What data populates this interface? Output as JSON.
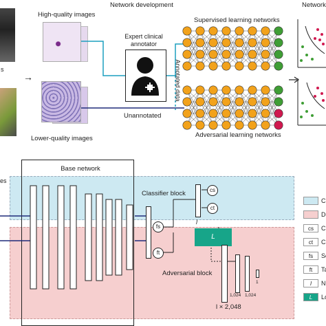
{
  "top": {
    "network_development_heading": "Network development",
    "network_heading_cropped": "Network",
    "high_quality_label": "High-quality images",
    "lower_quality_label": "Lower-quality images",
    "cropped_left_label": "s",
    "annotator_label_line1": "Expert clinical",
    "annotator_label_line2": "annotator",
    "annotated_data_label": "Annotated data",
    "unannotated_label": "Unannotated",
    "supervised_label": "Supervised learning networks",
    "adversarial_label": "Adversarial learning networks"
  },
  "bottom": {
    "base_network_label": "Base network",
    "cropped_left_label": "es",
    "classifier_block_label": "Classifier block",
    "adversarial_block_label": "Adversarial block",
    "node_cs": "cs",
    "node_ct": "ct",
    "node_fs": "fs",
    "node_ft": "ft",
    "loss_label": "L",
    "slash_label": "l",
    "adv_output_label": "l × 2,048",
    "dim_1024_a": "1,024",
    "dim_1024_b": "1,024",
    "dim_1": "1"
  },
  "legend": [
    {
      "swatch": "",
      "text": "Cl",
      "color": "#cde9f2"
    },
    {
      "swatch": "",
      "text": "Do",
      "color": "#f6cfcf"
    },
    {
      "swatch": "cs",
      "text": "Cl",
      "color": "#ffffff"
    },
    {
      "swatch": "ct",
      "text": "Cl",
      "color": "#ffffff"
    },
    {
      "swatch": "fs",
      "text": "So",
      "color": "#ffffff"
    },
    {
      "swatch": "ft",
      "text": "Ta",
      "color": "#ffffff"
    },
    {
      "swatch": "l",
      "text": "Nl",
      "color": "#ffffff"
    },
    {
      "swatch": "L",
      "text": "Lo",
      "color": "#17a589"
    }
  ],
  "colors": {
    "node_orange": "#f2a21b",
    "node_green": "#3f9e35",
    "node_red": "#d0194f",
    "teal": "#17a589",
    "classifier_bg": "#cde9f2",
    "domain_bg": "#f6cfcf",
    "navy": "#1f2a7a",
    "teal_line": "#1b9fbf"
  }
}
